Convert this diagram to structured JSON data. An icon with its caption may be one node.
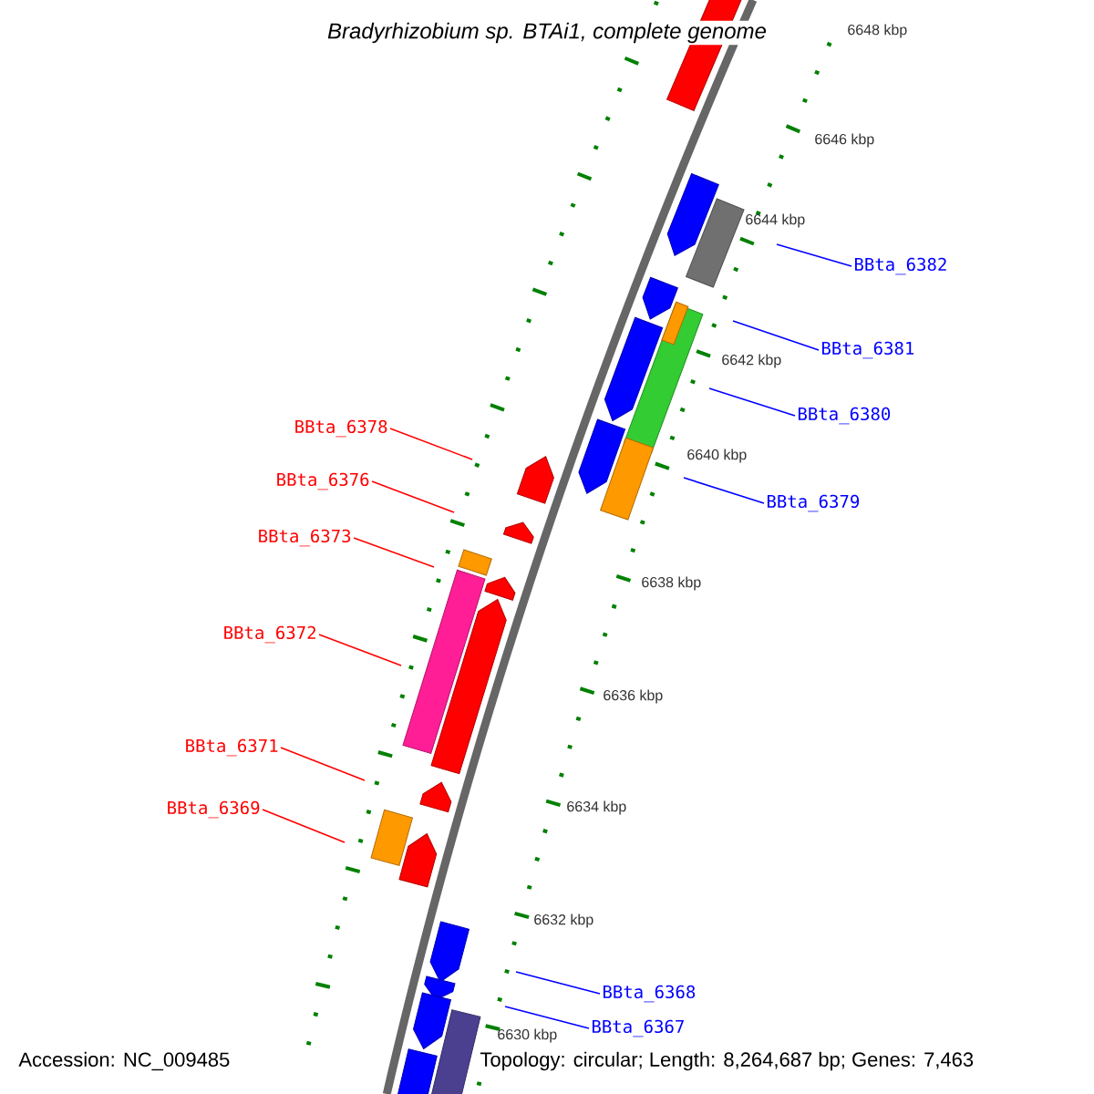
{
  "diagram": {
    "title": "Bradyrhizobium sp. BTAi1, complete genome",
    "nodes": [
      {
        "text": [
          "BBta_6382"
        ]
      },
      {
        "text": [
          "BBta_6381"
        ]
      },
      {
        "text": [
          "BBta_6380"
        ]
      },
      {
        "text": [
          "BBta_6378"
        ]
      },
      {
        "text": [
          "BBta_6376"
        ]
      },
      {
        "text": [
          "BBta_6379"
        ]
      },
      {
        "text": [
          "BBta_6373"
        ]
      },
      {
        "text": [
          "BBta_6372"
        ]
      },
      {
        "text": [
          "BBta_6371"
        ]
      },
      {
        "text": [
          "BBta_6369"
        ]
      },
      {
        "text": [
          "BBta_6368"
        ]
      },
      {
        "text": [
          "BBta_6367"
        ]
      }
    ],
    "edges": [
      {
        "from": 0,
        "to": null,
        "arrow": "none",
        "color": "#0000ff"
      },
      {
        "from": 1,
        "to": null,
        "arrow": "none",
        "color": "#0000ff"
      },
      {
        "from": 2,
        "to": null,
        "arrow": "none",
        "color": "#0000ff"
      },
      {
        "from": 3,
        "to": null,
        "arrow": "none",
        "color": "#ff0000"
      },
      {
        "from": 4,
        "to": null,
        "arrow": "none",
        "color": "#ff0000"
      },
      {
        "from": 5,
        "to": null,
        "arrow": "none",
        "color": "#0000ff"
      },
      {
        "from": 6,
        "to": null,
        "arrow": "none",
        "color": "#ff0000"
      },
      {
        "from": 7,
        "to": null,
        "arrow": "none",
        "color": "#ff0000"
      },
      {
        "from": 8,
        "to": null,
        "arrow": "none",
        "color": "#ff0000"
      },
      {
        "from": 9,
        "to": null,
        "arrow": "none",
        "color": "#ff0000"
      },
      {
        "from": 10,
        "to": null,
        "arrow": "none",
        "color": "#0000ff"
      },
      {
        "from": 11,
        "to": null,
        "arrow": "none",
        "color": "#0000ff"
      }
    ],
    "labels": [
      "6648 kbp",
      "6646 kbp",
      "6644 kbp",
      "6642 kbp",
      "6640 kbp",
      "6638 kbp",
      "6636 kbp",
      "6634 kbp",
      "6632 kbp",
      "6630 kbp",
      "Accession: NC_009485",
      "Topology: circular; Length: 8,264,687 bp; Genes: 7,463"
    ]
  }
}
